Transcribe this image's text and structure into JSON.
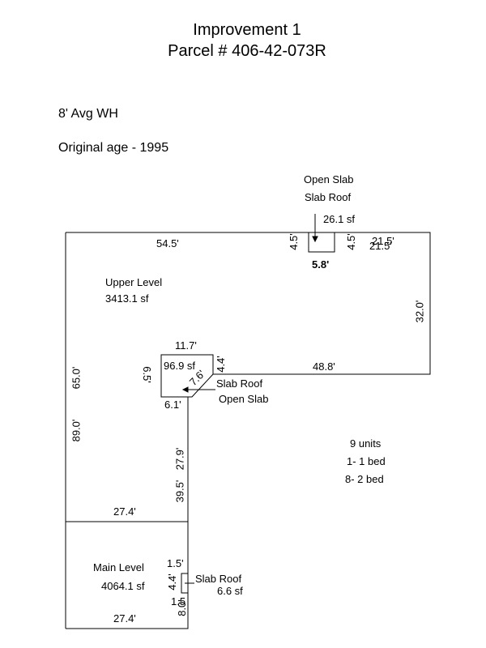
{
  "header": {
    "title": "Improvement 1",
    "parcel": "Parcel # 406-42-073R"
  },
  "notes": {
    "wall_height": "8' Avg WH",
    "original_age": "Original age - 1995"
  },
  "sketch": {
    "upper_level": {
      "name": "Upper Level",
      "area": "3413.1 sf"
    },
    "main_level": {
      "name": "Main Level",
      "area": "4064.1 sf"
    },
    "units": {
      "count": "9 units",
      "one_bed": "1- 1 bed",
      "two_bed": "8- 2 bed"
    },
    "open_slab_top": {
      "line1": "Open Slab",
      "line2": "Slab Roof",
      "area": "26.1 sf",
      "dim_left": "4.5'",
      "dim_right": "4.5'",
      "dim_bottom": "5.8'"
    },
    "slab_mid": {
      "area": "96.9 sf",
      "line1": "Slab Roof",
      "line2": "Open Slab",
      "dim_top": "11.7'",
      "dim_left": "6.5'",
      "dim_right": "4.4'",
      "dim_diag": "7.6'",
      "dim_bottom": "6.1'"
    },
    "slab_main": {
      "label": "Slab Roof",
      "area": "6.6 sf",
      "dim_top": "1.5'",
      "dim_left": "4.4'",
      "dim_bottom": "1.5"
    },
    "dims": {
      "top": "54.5'",
      "top_right_a": "21.5'",
      "top_right_b": "21.5'",
      "right": "32.0'",
      "inner_horizontal": "48.8'",
      "left_upper": "65.0'",
      "left_total": "89.0'",
      "inner_vertical_upper": "27.9'",
      "inner_vertical_lower": "39.5'",
      "upper_bottom": "27.4'",
      "main_bottom": "27.4'",
      "main_right": "8.0'"
    }
  }
}
